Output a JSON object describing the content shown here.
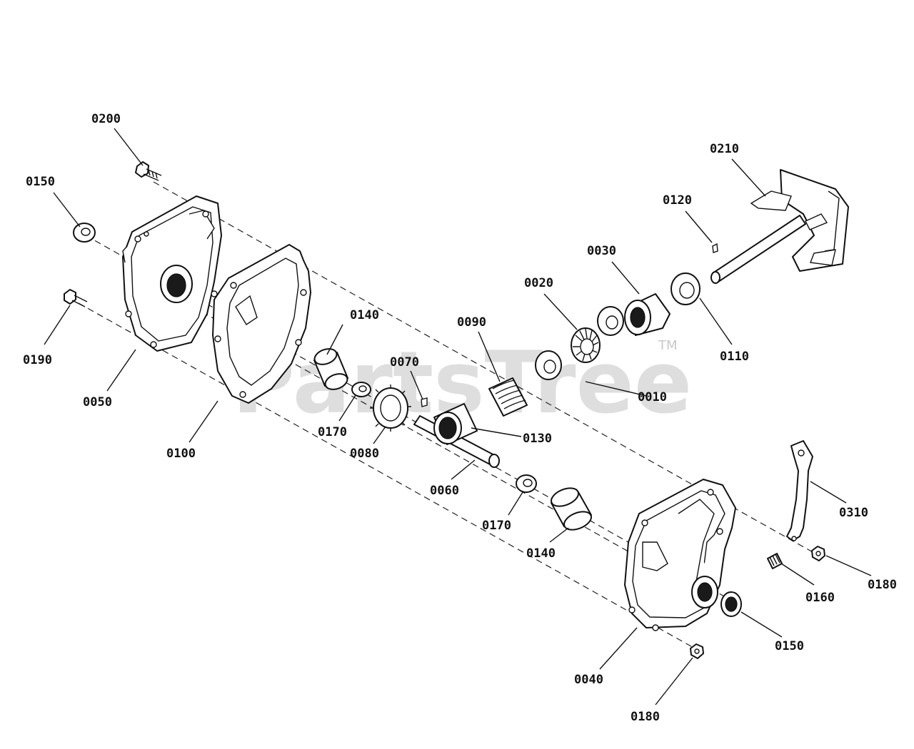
{
  "watermark": {
    "brand": "PartsTree",
    "tm": "TM"
  },
  "labels": {
    "p0200": "0200",
    "p0150a": "0150",
    "p0190": "0190",
    "p0050": "0050",
    "p0100": "0100",
    "p0140a": "0140",
    "p0170a": "0170",
    "p0080": "0080",
    "p0070": "0070",
    "p0060": "0060",
    "p0090": "0090",
    "p0130": "0130",
    "p0020": "0020",
    "p0030": "0030",
    "p0010": "0010",
    "p0110": "0110",
    "p0120": "0120",
    "p0210": "0210",
    "p0170b": "0170",
    "p0140b": "0140",
    "p0040": "0040",
    "p0310": "0310",
    "p0180a": "0180",
    "p0160": "0160",
    "p0150b": "0150",
    "p0180b": "0180"
  }
}
